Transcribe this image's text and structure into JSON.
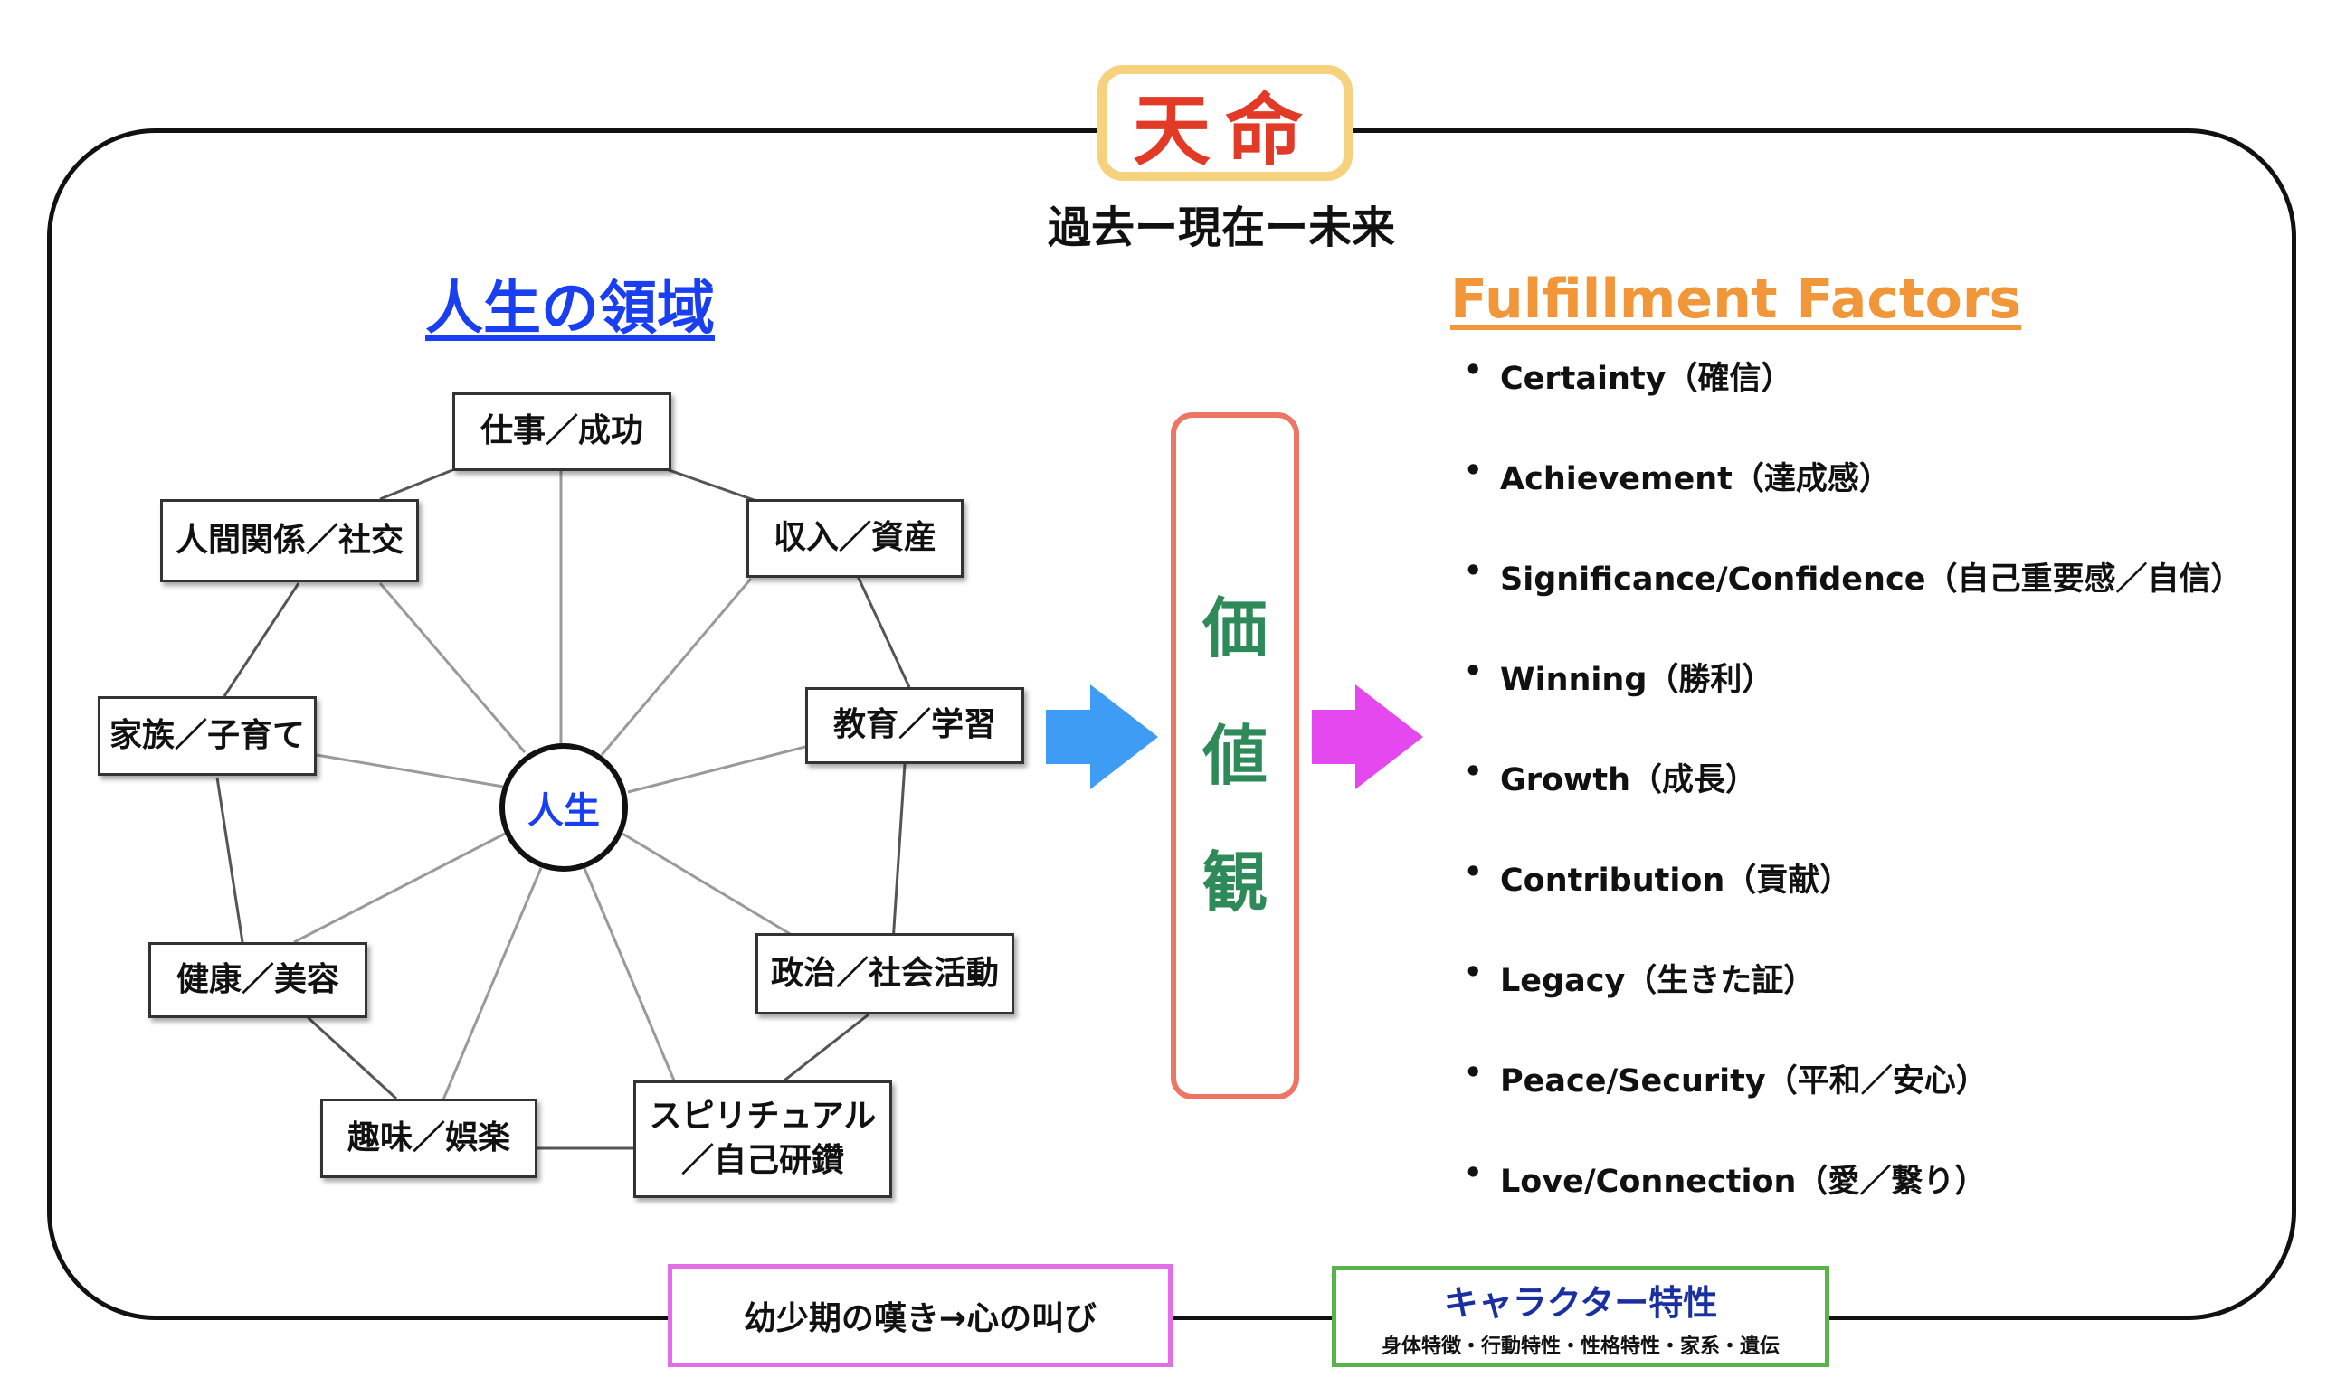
{
  "title": "天命",
  "timeline": "過去ー現在ー未来",
  "life_domains": {
    "heading": "人生の領域",
    "center": "人生",
    "nodes": [
      "仕事／成功",
      "収入／資産",
      "教育／学習",
      "政治／社会活動",
      "スピリチュアル\n／自己研鑽",
      "趣味／娯楽",
      "健康／美容",
      "家族／子育て",
      "人間関係／社交"
    ]
  },
  "values": {
    "chars": [
      "価",
      "値",
      "観"
    ]
  },
  "fulfillment": {
    "heading": "Fulfillment Factors",
    "items": [
      "Certainty（確信）",
      "Achievement（達成感）",
      "Significance/Confidence（自己重要感／自信）",
      "Winning（勝利）",
      "Growth（成長）",
      "Contribution（貢献）",
      "Legacy（生きた証）",
      "Peace/Security（平和／安心）",
      "Love/Connection（愛／繋り）"
    ]
  },
  "bottom": {
    "left_label": "幼少期の嘆き→心の叫び",
    "right_title": "キャラクター特性",
    "right_sub": "身体特徴・行動特性・性格特性・家系・遺伝"
  },
  "colors": {
    "title_red": "#e23a26",
    "title_border": "#f6d27f",
    "life_blue": "#1a3ff0",
    "ff_orange": "#f2963a",
    "values_green": "#2f8a5a",
    "values_border": "#ec7563",
    "arrow_blue": "#3e9cf5",
    "arrow_magenta": "#e548ef",
    "box_magenta": "#e36fe8",
    "box_green": "#58b34a",
    "char_navy": "#1a2fa0"
  },
  "icons": {
    "arrow_left": "right-arrow-icon",
    "arrow_right": "right-arrow-icon",
    "bullet": "bullet-dot"
  }
}
